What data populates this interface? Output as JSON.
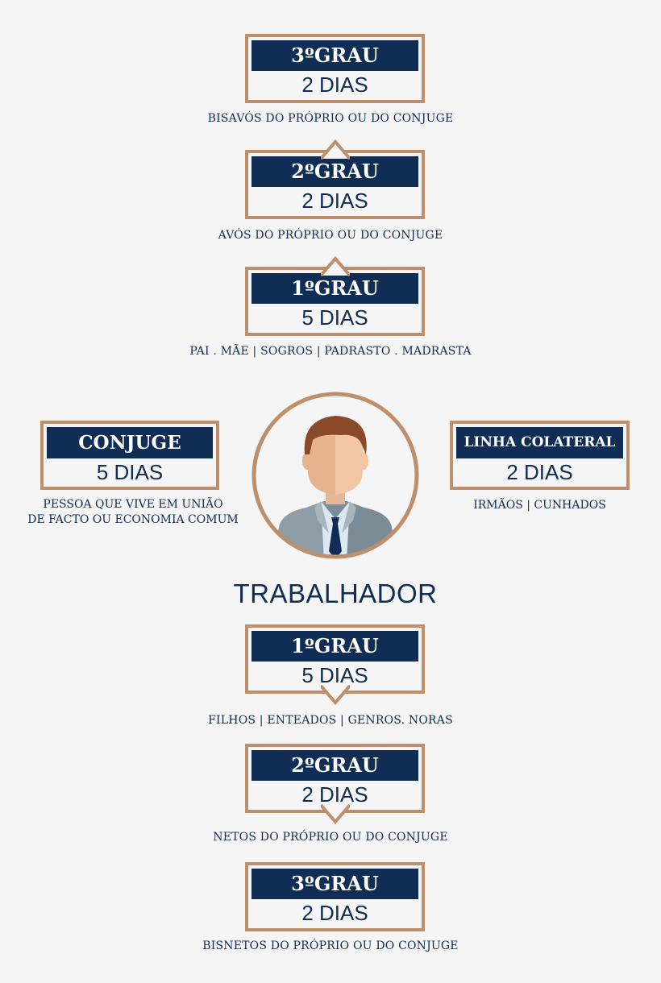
{
  "ascendentes": [
    {
      "grau": "3ºGRAU",
      "dias": "2 DIAS",
      "descricao": "BISAVÓS DO PRÓPRIO OU DO CONJUGE"
    },
    {
      "grau": "2ºGRAU",
      "dias": "2 DIAS",
      "descricao": "AVÓS DO PRÓPRIO OU DO CONJUGE"
    },
    {
      "grau": "1ºGRAU",
      "dias": "5 DIAS",
      "descricao": "PAI . MÃE | SOGROS | PADRASTO . MADRASTA"
    }
  ],
  "conjuge": {
    "titulo": "CONJUGE",
    "dias": "5 DIAS",
    "descricao_linha1": "PESSOA QUE VIVE EM UNIÃO",
    "descricao_linha2": "DE FACTO OU ECONOMIA COMUM"
  },
  "colateral": {
    "titulo": "LINHA COLATERAL",
    "dias": "2 DIAS",
    "descricao": "IRMÃOS | CUNHADOS"
  },
  "trabalhador": "TRABALHADOR",
  "descendentes": [
    {
      "grau": "1ºGRAU",
      "dias": "5 DIAS",
      "descricao": "FILHOS | ENTEADOS | GENROS. NORAS"
    },
    {
      "grau": "2ºGRAU",
      "dias": "2 DIAS",
      "descricao": "NETOS DO PRÓPRIO OU DO CONJUGE"
    },
    {
      "grau": "3ºGRAU",
      "dias": "2 DIAS",
      "descricao": "BISNETOS DO PRÓPRIO OU DO CONJUGE"
    }
  ],
  "colors": {
    "navy": "#0f2d55",
    "bronze": "#bd8f6b",
    "background": "#f5f5f5"
  }
}
